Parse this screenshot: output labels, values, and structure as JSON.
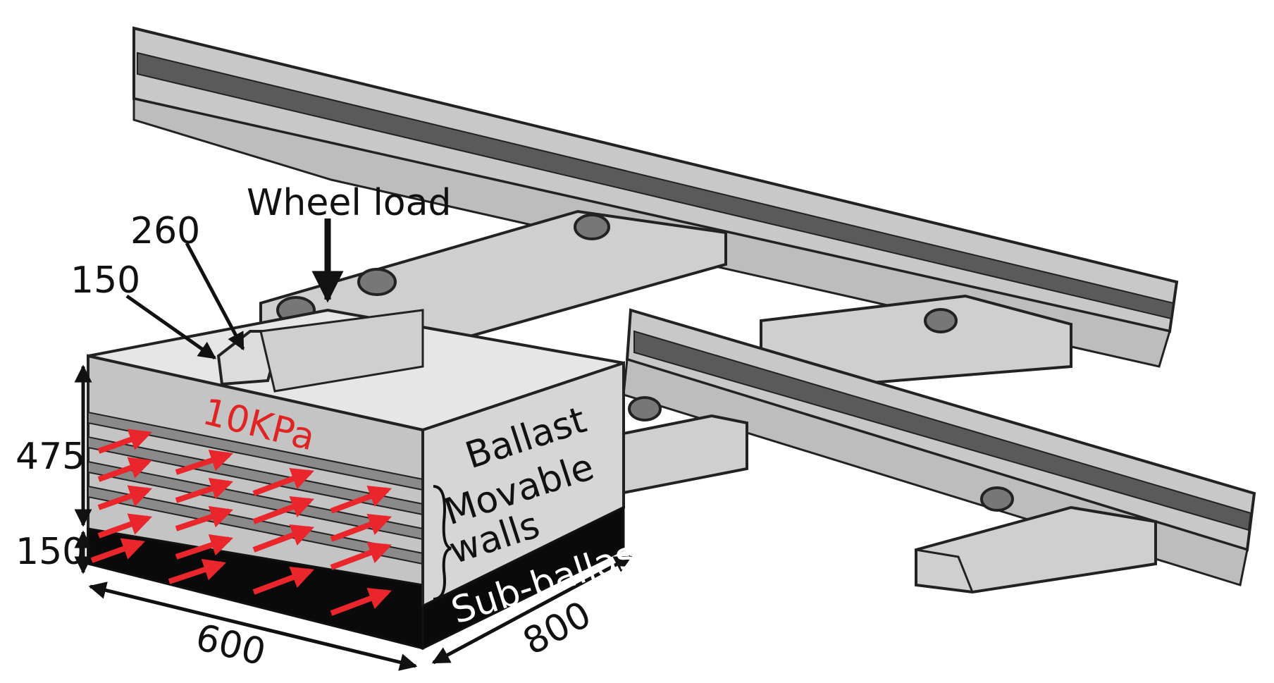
{
  "labels": {
    "wheel_load": "Wheel load",
    "dim_260": "260",
    "dim_150_top": "150",
    "pressure": "10KPa",
    "ballast": "Ballast",
    "movable": "Movable",
    "walls": "walls",
    "sub_ballast": "Sub-ballast",
    "height_475": "475",
    "height_150": "150",
    "width_600": "600",
    "depth_800": "800"
  },
  "colors": {
    "rail_light": "#c8c8c8",
    "rail_mid": "#8f8f8f",
    "rail_dark": "#555555",
    "sleeper": "#cfcfcf",
    "box_top": "#e6e6e6",
    "box_front": "#c4c4c4",
    "box_side": "#d6d6d6",
    "wall_band": "#8a8a8a",
    "sub_ballast": "#0a0a0a",
    "arrow_red": "#e8262b",
    "ink": "#111111"
  },
  "icons": [
    "wheel-load-arrow-icon",
    "lateral-pressure-arrows-icon",
    "brace-icon",
    "dimension-arrow-icon"
  ]
}
